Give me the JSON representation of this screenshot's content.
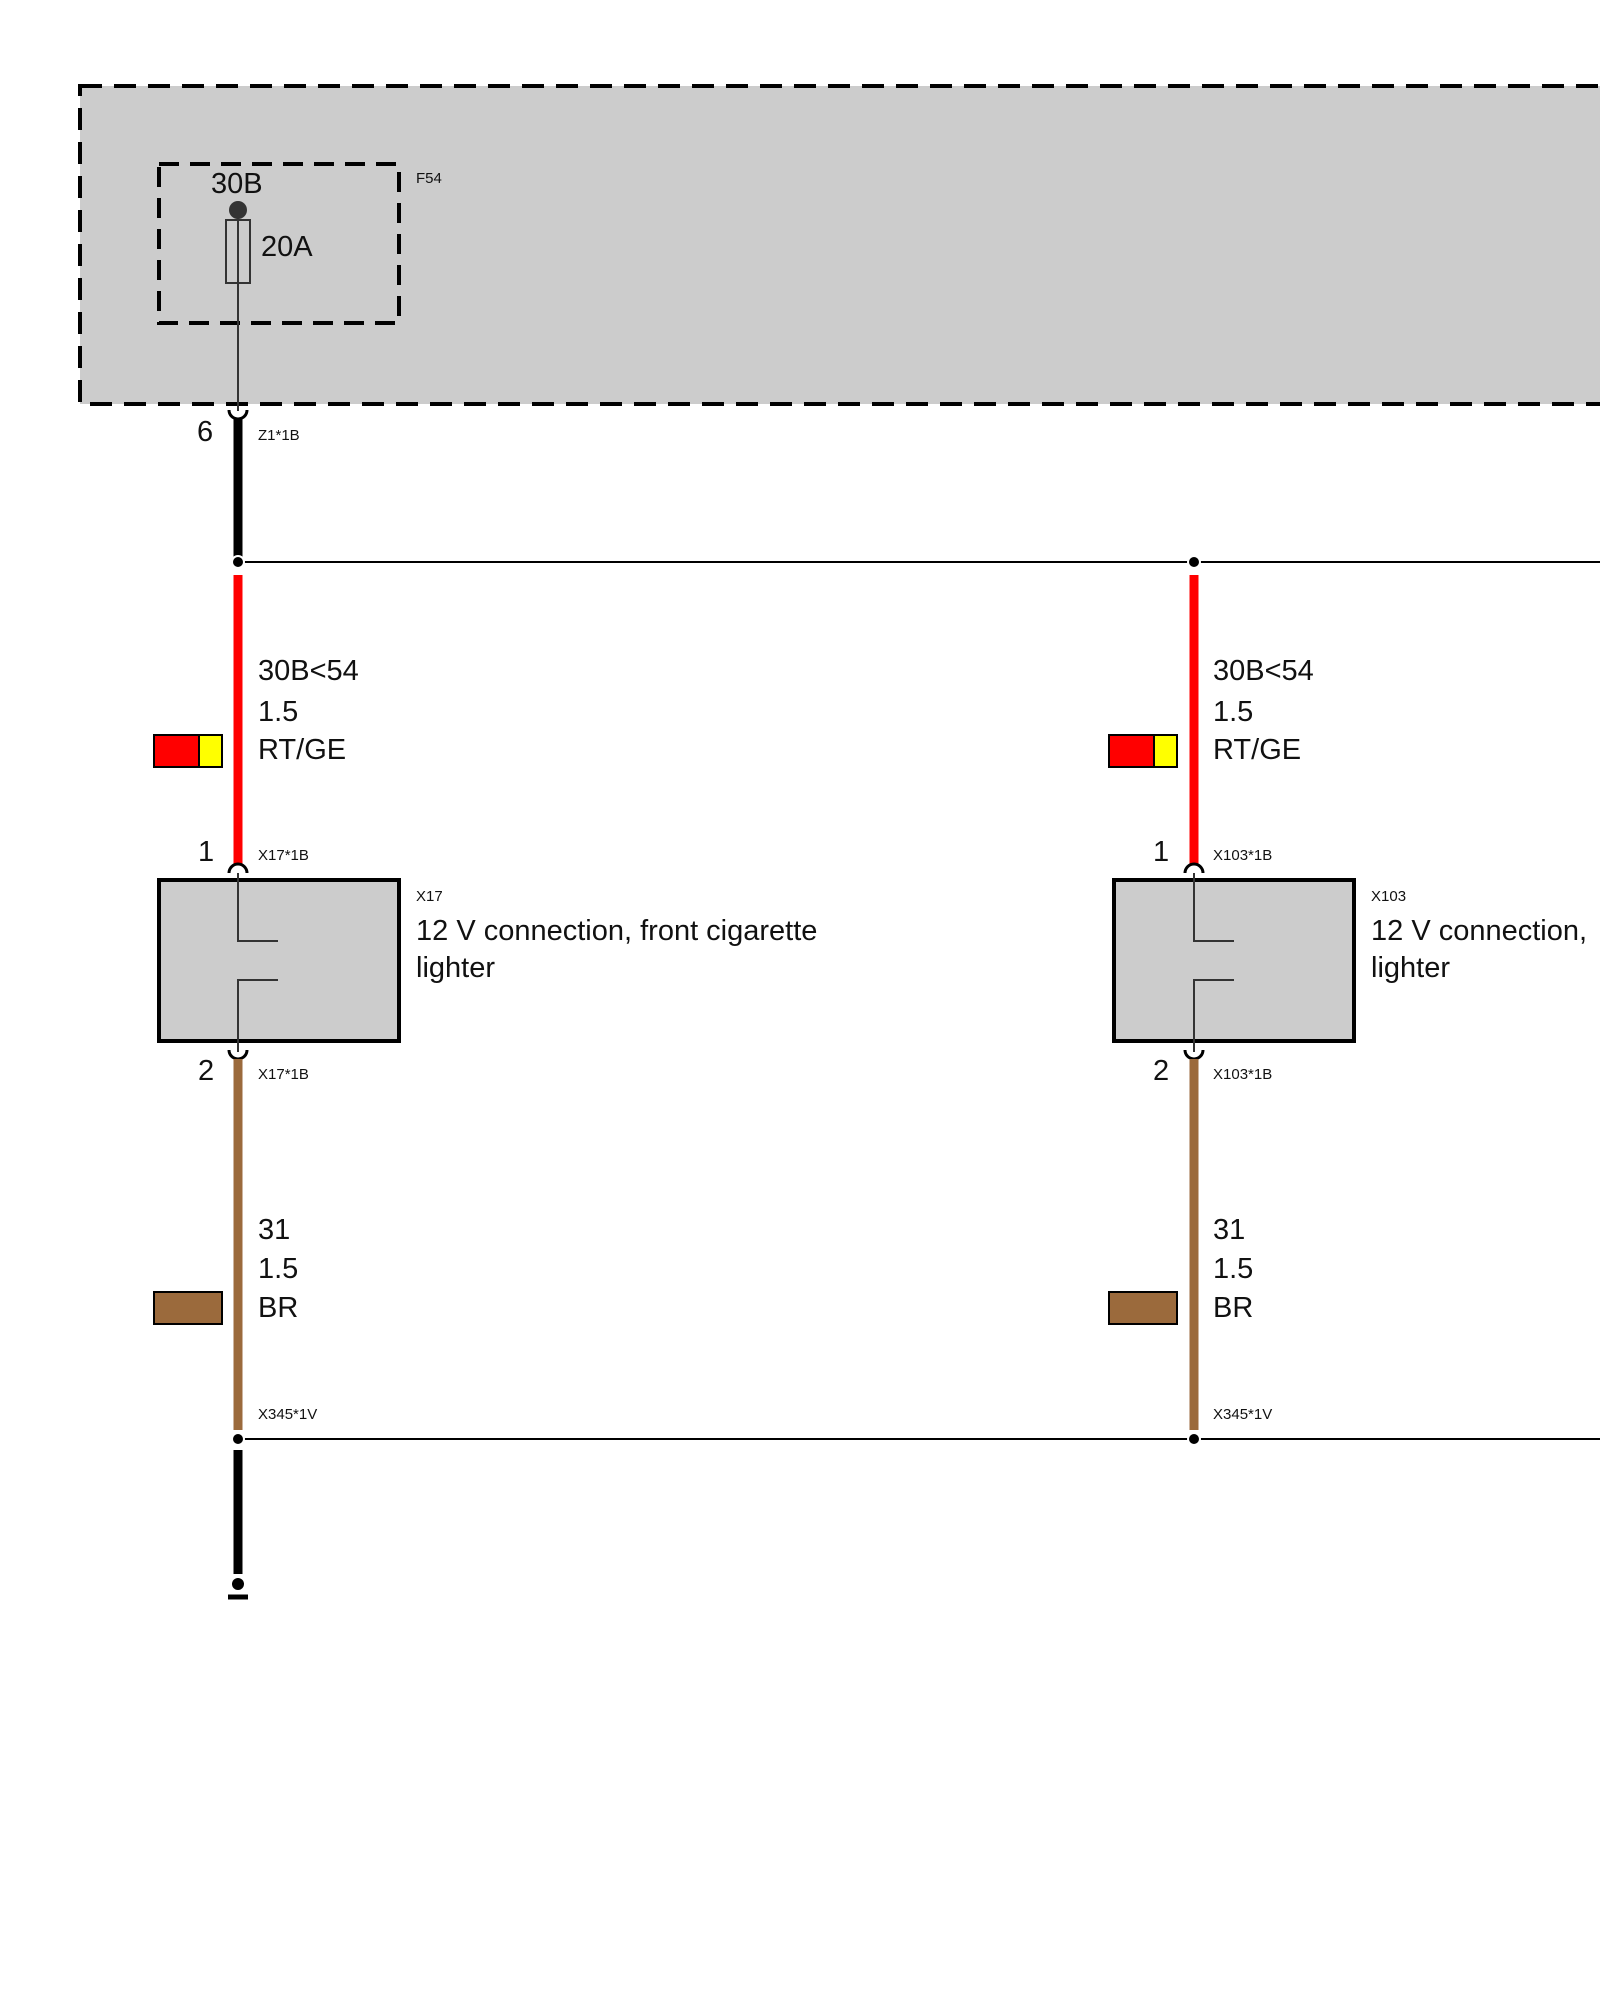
{
  "colors": {
    "panel_fill": "#cccccc",
    "wire_black": "#000000",
    "wire_red": "#ff0000",
    "wire_yellow": "#ffff00",
    "wire_brown": "#9b6a3c",
    "line": "#000000"
  },
  "fuse_box": {
    "id": "F54",
    "terminal": "30B",
    "rating": "20A"
  },
  "z1_connector": {
    "pin": "6",
    "code": "Z1*1B"
  },
  "branches": [
    {
      "supply": {
        "signal": "30B<54",
        "gauge": "1.5",
        "color_code": "RT/GE"
      },
      "component": {
        "id": "X17",
        "description_line1": "12 V connection, front cigarette",
        "description_line2": "lighter",
        "pin_top": "1",
        "pin_top_code": "X17*1B",
        "pin_bottom": "2",
        "pin_bottom_code": "X17*1B"
      },
      "ground": {
        "signal": "31",
        "gauge": "1.5",
        "color_code": "BR",
        "splice_code": "X345*1V"
      }
    },
    {
      "supply": {
        "signal": "30B<54",
        "gauge": "1.5",
        "color_code": "RT/GE"
      },
      "component": {
        "id": "X103",
        "description_line1": "12 V connection,",
        "description_line2": "lighter",
        "pin_top": "1",
        "pin_top_code": "X103*1B",
        "pin_bottom": "2",
        "pin_bottom_code": "X103*1B"
      },
      "ground": {
        "signal": "31",
        "gauge": "1.5",
        "color_code": "BR",
        "splice_code": "X345*1V"
      }
    }
  ]
}
